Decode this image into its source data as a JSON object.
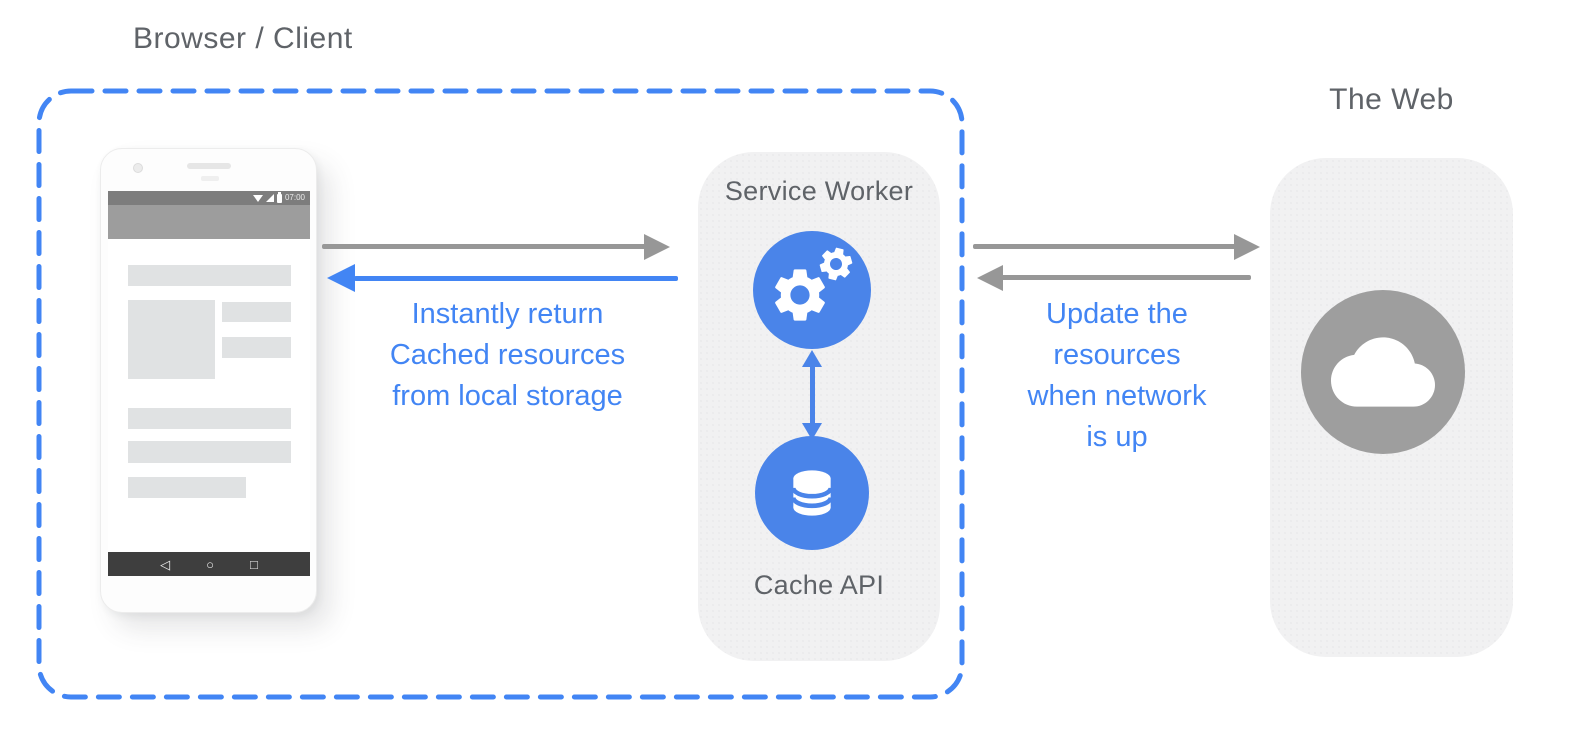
{
  "labels": {
    "browser_client": "Browser / Client",
    "the_web": "The Web",
    "service_worker": "Service Worker",
    "cache_api": "Cache API"
  },
  "captions": {
    "left": [
      "Instantly return",
      "Cached resources",
      "from local storage"
    ],
    "right": [
      "Update the",
      "resources",
      "when network",
      "is up"
    ]
  },
  "phone": {
    "status_time": "07:00",
    "nav": {
      "back": "◁",
      "home": "○",
      "recents": "□"
    }
  },
  "icons": {
    "service_worker": "gears-icon",
    "cache": "database-icon",
    "web": "cloud-icon"
  },
  "colors": {
    "blue": "#4285f4",
    "circle_blue": "#4a84e9",
    "arrow_gray": "#979797",
    "label_gray": "#5f6368",
    "panel_bg": "#f1f1f2",
    "cloud_gray": "#9e9e9e",
    "block_gray": "#e0e2e3"
  }
}
